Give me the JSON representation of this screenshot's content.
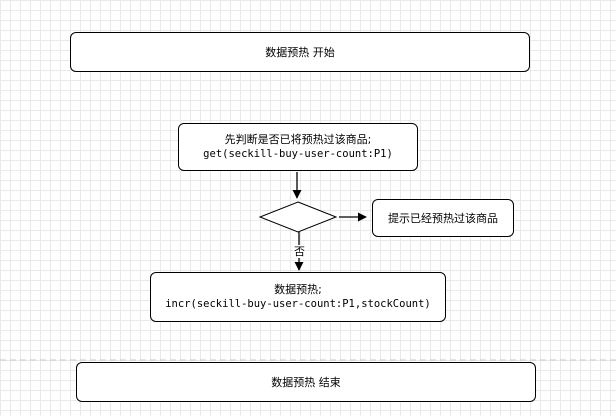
{
  "diagram": {
    "start": {
      "text": "数据预热 开始"
    },
    "check": {
      "line1": "先判断是否已将预热过该商品;",
      "line2": "get(seckill-buy-user-count:P1)"
    },
    "decision": {
      "no_label": "否"
    },
    "notice": {
      "text": "提示已经预热过该商品"
    },
    "warmup": {
      "line1": "数据预热;",
      "line2": "incr(seckill-buy-user-count:P1,stockCount)"
    },
    "end": {
      "text": "数据预热 结束"
    }
  }
}
